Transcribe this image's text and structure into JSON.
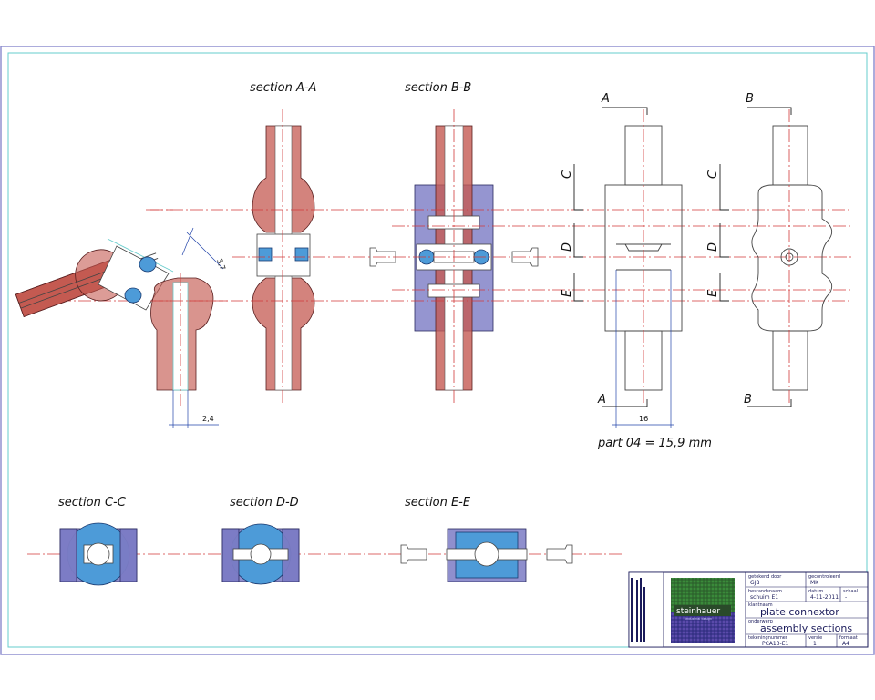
{
  "labels": {
    "section_aa": "section A-A",
    "section_bb": "section B-B",
    "section_cc": "section C-C",
    "section_dd": "section D-D",
    "section_ee": "section E-E",
    "part_note": "part 04 = 15,9 mm"
  },
  "cut_letters": {
    "a_top": "A",
    "a_bottom": "A",
    "b_top": "B",
    "b_bottom": "B",
    "c1": "C",
    "d1": "D",
    "e1": "E",
    "c2": "C",
    "d2": "D",
    "e2": "E"
  },
  "dimensions": {
    "d37": "3,7",
    "d24": "2,4",
    "d16": "16"
  },
  "title_block": {
    "drawn_by_label": "getekend door",
    "drawn_by_value": "GJB",
    "checked_label": "gecontroleerd",
    "checked_value": "MK",
    "file_label": "bestandsnaam",
    "file_value": "schuim E1",
    "date_label": "datum",
    "date_value": "4-11-2011",
    "scale_label": "schaal",
    "scale_value": "-",
    "client_label": "klantnaam",
    "client_value": "plate connextor",
    "subject_label": "onderwerp",
    "subject_value": "assembly sections",
    "number_label": "tekeningnummer",
    "number_value": "PCA13-E1",
    "version_label": "versie",
    "version_value": "1",
    "format_label": "formaat",
    "format_value": "A4",
    "logo_text": "steinhauer",
    "logo_sub": "industrial design"
  }
}
